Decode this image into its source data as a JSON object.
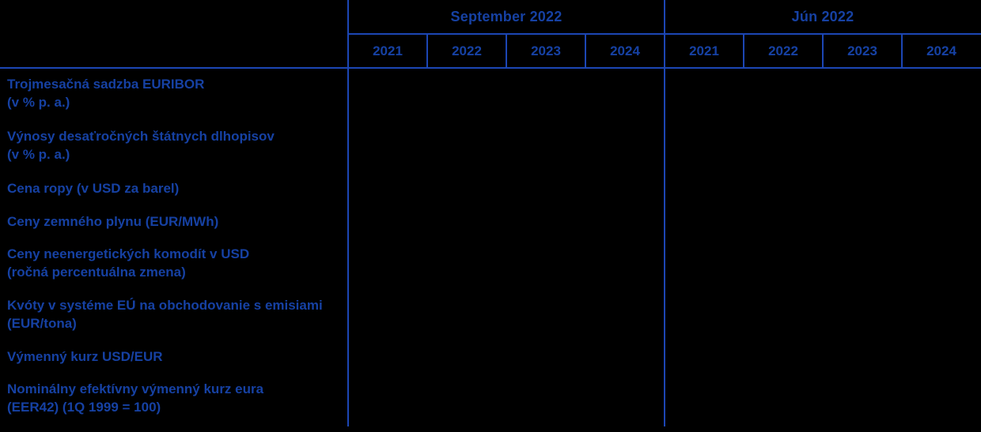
{
  "colors": {
    "background": "#000000",
    "text_blue": "#1641a3",
    "rule_blue": "#1c46b4"
  },
  "header": {
    "column_groups": [
      {
        "label": "September 2022",
        "years": [
          "2021",
          "2022",
          "2023",
          "2024"
        ]
      },
      {
        "label": "Jún 2022",
        "years": [
          "2021",
          "2022",
          "2023",
          "2024"
        ]
      }
    ]
  },
  "rows": [
    {
      "label": [
        "Trojmesačná sadzba EURIBOR",
        "(v % p. a.)"
      ],
      "values": [
        "",
        "",
        "",
        "",
        "",
        "",
        "",
        ""
      ]
    },
    {
      "label": [
        "Výnosy desaťročných štátnych dlhopisov",
        "(v % p. a.)"
      ],
      "values": [
        "",
        "",
        "",
        "",
        "",
        "",
        "",
        ""
      ]
    },
    {
      "label": [
        "Cena ropy (v USD za barel)"
      ],
      "values": [
        "",
        "",
        "",
        "",
        "",
        "",
        "",
        ""
      ]
    },
    {
      "label": [
        "Ceny zemného plynu (EUR/MWh)"
      ],
      "values": [
        "",
        "",
        "",
        "",
        "",
        "",
        "",
        ""
      ]
    },
    {
      "label": [
        "Ceny neenergetických komodít v USD",
        "(ročná percentuálna zmena)"
      ],
      "values": [
        "",
        "",
        "",
        "",
        "",
        "",
        "",
        ""
      ]
    },
    {
      "label": [
        "Kvóty v systéme EÚ na obchodovanie s emisiami",
        "(EUR/tona)"
      ],
      "values": [
        "",
        "",
        "",
        "",
        "",
        "",
        "",
        ""
      ]
    },
    {
      "label": [
        "Výmenný kurz USD/EUR"
      ],
      "values": [
        "",
        "",
        "",
        "",
        "",
        "",
        "",
        ""
      ]
    },
    {
      "label": [
        "Nominálny efektívny výmenný kurz eura",
        "(EER42) (1Q 1999 = 100)"
      ],
      "values": [
        "",
        "",
        "",
        "",
        "",
        "",
        "",
        ""
      ]
    }
  ]
}
